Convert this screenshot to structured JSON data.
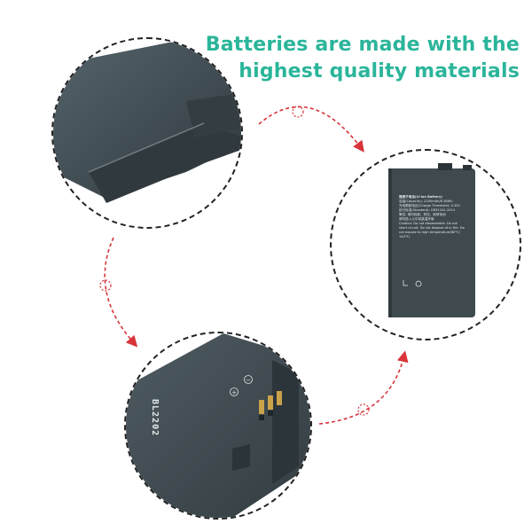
{
  "headline": {
    "line1": "Batteries are made with the",
    "line2": "highest quality materials"
  },
  "battery_label": {
    "title": "锂离子电池(Li-ion Battery)",
    "lines": [
      "容量(Capacity): 2200mAh/8.36Wh",
      "充电限制电压(Charge Threshold): 4.35V",
      "执行标准(Standard): GB31241-2014",
      "警告: 请勿拆卸、挤压、刺穿电池",
      "请勿投入火中或高温环境",
      "Caution: Do not disassemble. Do not",
      "short circuit. Do not dispose of in fire. Do",
      "not expose to high temperature(60°C/",
      "140°F)"
    ]
  },
  "battery_model": "BL2202",
  "colors": {
    "accent": "#2bb59a",
    "arrow": "#d8343a",
    "battery": "#3f4a4f"
  }
}
